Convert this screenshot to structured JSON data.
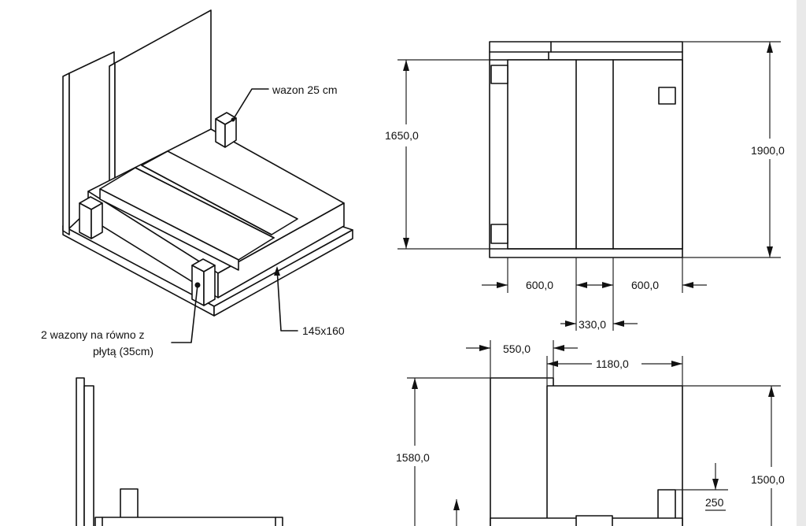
{
  "annotations": {
    "vase_top": "wazon 25 cm",
    "vases_front_line1": "2 wazony na równo  z",
    "vases_front_line2": "płytą (35cm)",
    "slab_size": "145x160"
  },
  "top_view": {
    "height_inner": "1650,0",
    "height_total": "1900,0",
    "width_left": "600,0",
    "width_right": "600,0",
    "width_middle": "330,0"
  },
  "side_view": {
    "width_headstone": "550,0",
    "width_base": "1180,0",
    "height_total": "1580,0",
    "height_base": "1500,0",
    "vase_height": "250"
  }
}
